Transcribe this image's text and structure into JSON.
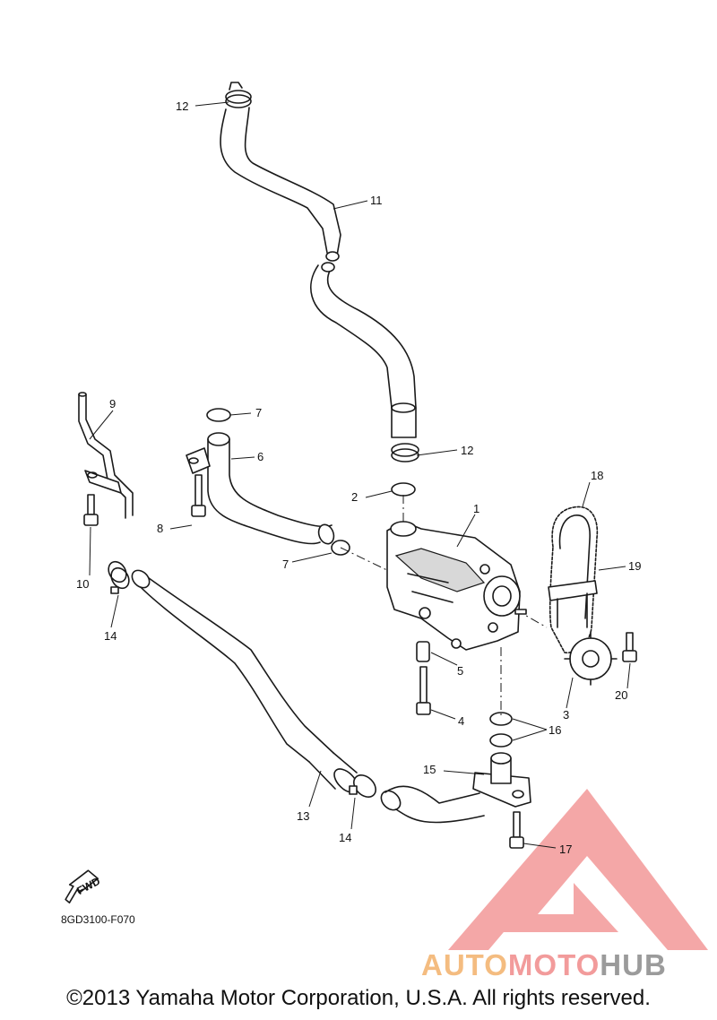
{
  "diagram": {
    "callouts": [
      "1",
      "2",
      "3",
      "4",
      "5",
      "6",
      "7",
      "8",
      "9",
      "10",
      "11",
      "12",
      "13",
      "14",
      "15",
      "16",
      "17",
      "18",
      "19",
      "20"
    ],
    "drawing_code": "8GD3100-F070",
    "fwd_label": "FWD"
  },
  "watermark": {
    "part1": "AUTO",
    "part2": "MOTO",
    "part3": "HUB",
    "colors": {
      "auto": "#f3b16b",
      "moto": "#f08a8a",
      "hub": "#8a8a8a",
      "triangle": "#f08a8a"
    }
  },
  "footer": {
    "copyright": "©2013 Yamaha Motor Corporation, U.S.A. All rights reserved."
  }
}
